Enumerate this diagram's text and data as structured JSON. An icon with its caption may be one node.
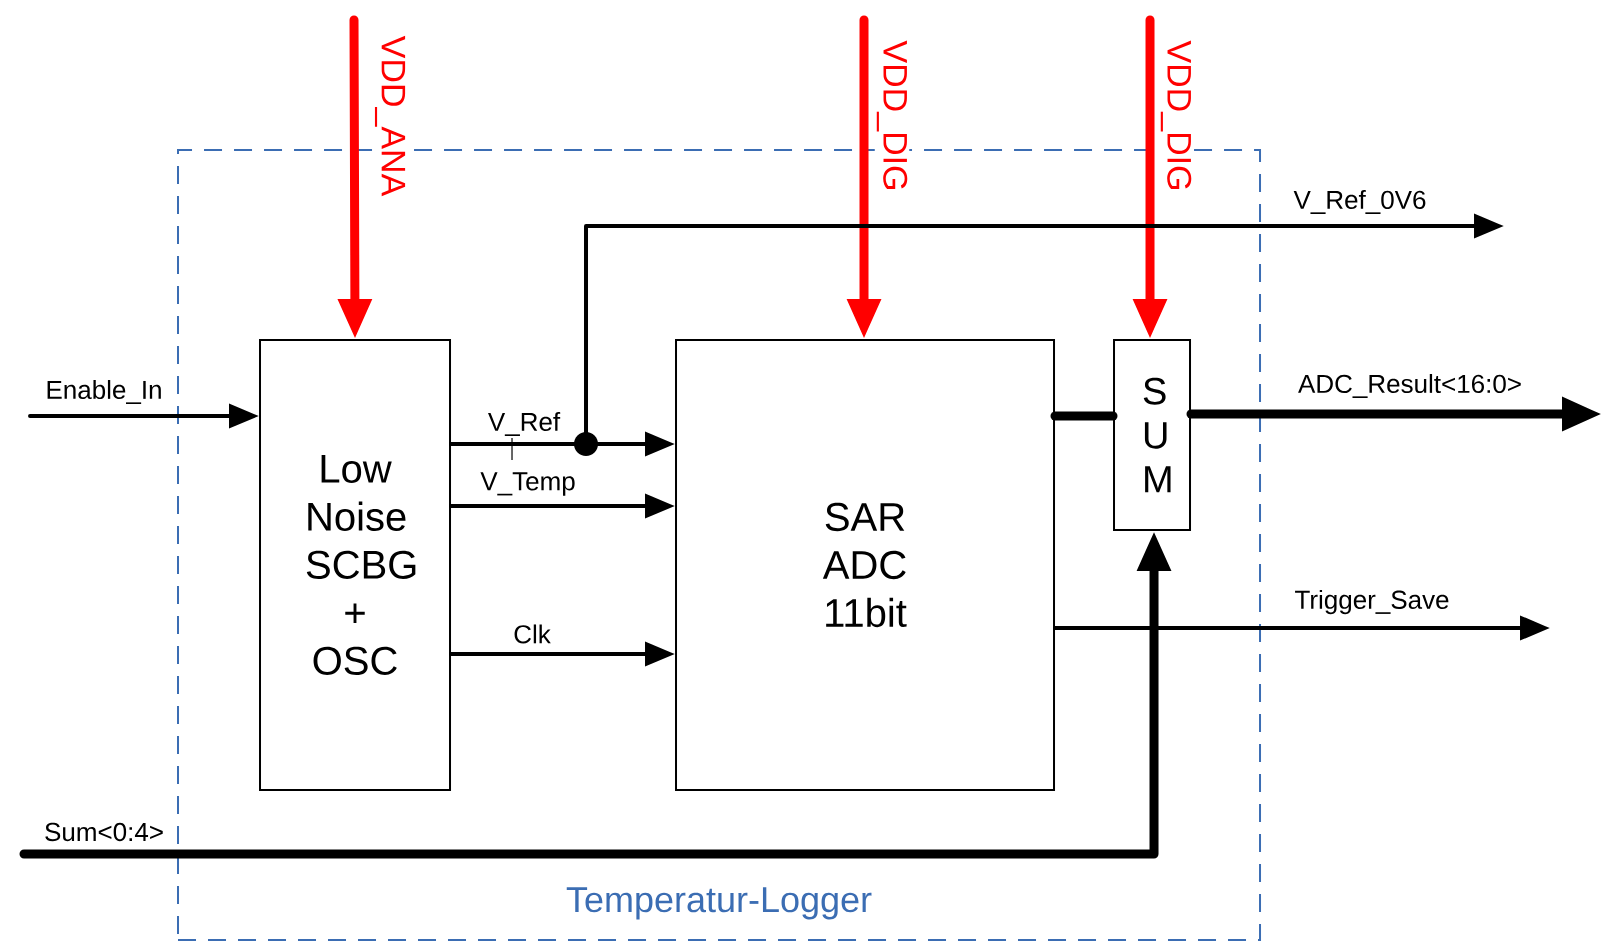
{
  "diagram": {
    "nodes": [
      {
        "text": [
          "Temperatur-Logger"
        ]
      },
      {
        "text": [
          "Low Noise SCBG + OSC"
        ],
        "in": 0
      },
      {
        "text": [
          "SAR ADC 11bit"
        ],
        "in": 0
      },
      {
        "text": [
          "S U M"
        ],
        "in": 0
      }
    ],
    "edges": [
      {
        "from": null,
        "to": 1,
        "arrow": "to",
        "label": "VDD_ANA",
        "style": "thick",
        "color": "#ff0000"
      },
      {
        "from": null,
        "to": 2,
        "arrow": "to",
        "label": "VDD_DIG",
        "style": "thick",
        "color": "#ff0000"
      },
      {
        "from": null,
        "to": 3,
        "arrow": "to",
        "label": "VDD_DIG",
        "style": "thick",
        "color": "#ff0000"
      },
      {
        "from": null,
        "to": 1,
        "arrow": "to",
        "label": "Enable_In"
      },
      {
        "from": 1,
        "to": 2,
        "arrow": "to",
        "label": "V_Ref"
      },
      {
        "from": 1,
        "to": null,
        "arrow": "to",
        "label": "V_Ref_0V6"
      },
      {
        "from": 1,
        "to": 2,
        "arrow": "to",
        "label": "V_Temp"
      },
      {
        "from": 1,
        "to": 2,
        "arrow": "to",
        "label": "Clk"
      },
      {
        "from": 2,
        "to": 3,
        "arrow": "none",
        "style": "thick"
      },
      {
        "from": 3,
        "to": null,
        "arrow": "to",
        "label": "ADC_Result<16:0>",
        "style": "thick"
      },
      {
        "from": 2,
        "to": null,
        "arrow": "to",
        "label": "Trigger_Save"
      },
      {
        "from": null,
        "to": 3,
        "arrow": "to",
        "label": "Sum<0:4>",
        "style": "thick"
      }
    ]
  }
}
